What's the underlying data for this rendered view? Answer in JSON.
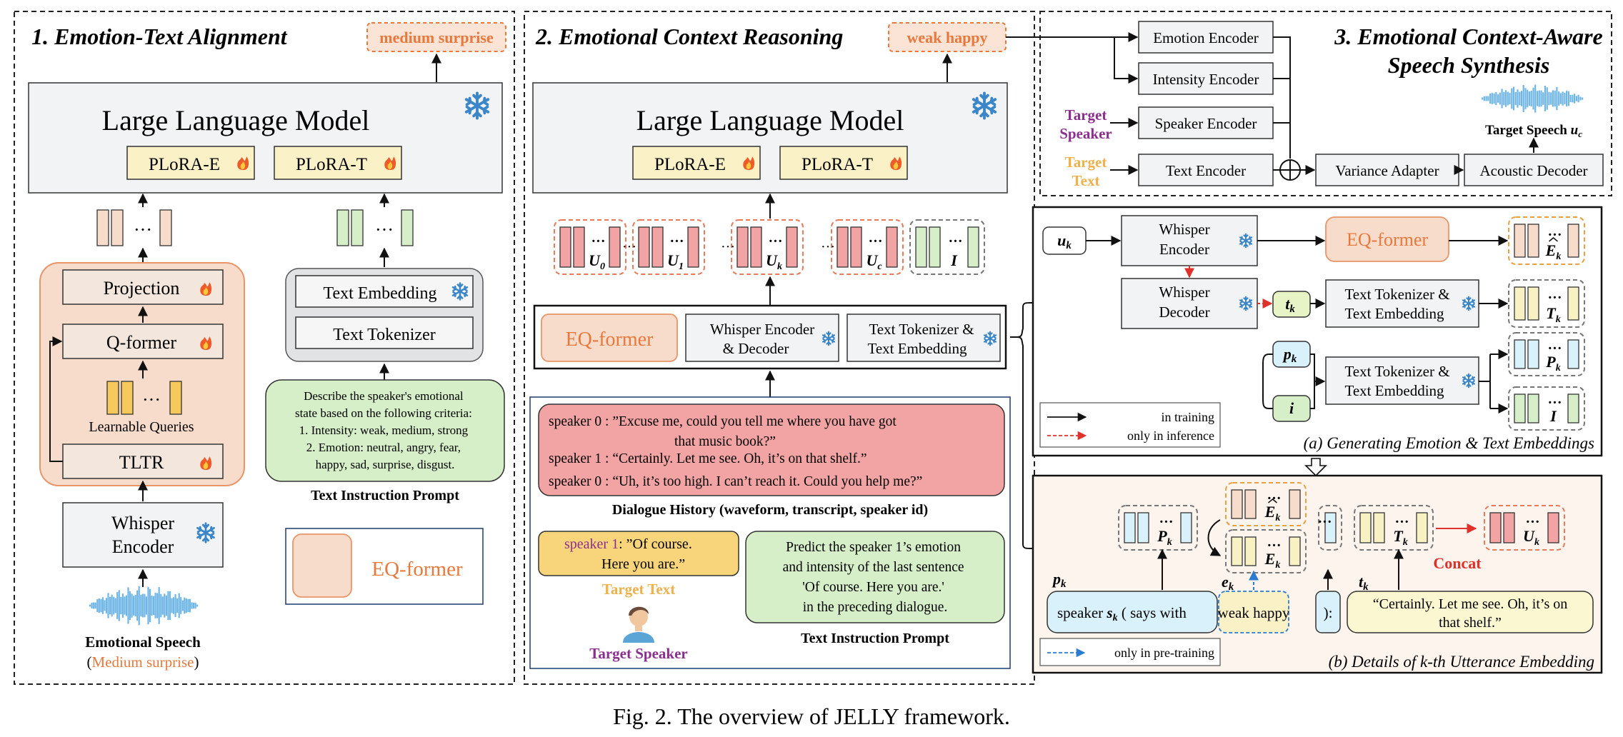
{
  "s1": {
    "title": "1. Emotion-Text Alignment",
    "output": "medium surprise",
    "llm": "Large Language Model",
    "plora_e": "PLoRA-E",
    "plora_t": "PLoRA-T",
    "projection": "Projection",
    "qformer": "Q-former",
    "learnable_queries": "Learnable Queries",
    "tltr": "TLTR",
    "whisper_1": "Whisper",
    "whisper_2": "Encoder",
    "emo_speech": "Emotional Speech",
    "emo_speech_sub": "Medium surprise",
    "text_embedding": "Text Embedding",
    "text_tokenizer": "Text Tokenizer",
    "prompt_lines": [
      "Describe the speaker's emotional",
      "state based on the following criteria:",
      "1. Intensity: weak, medium, strong",
      "2. Emotion: neutral, angry, fear,",
      "happy, sad, surprise, disgust."
    ],
    "prompt_caption": "Text Instruction Prompt",
    "legend_eq": "EQ-former",
    "dots": "···"
  },
  "s2": {
    "title": "2. Emotional Context Reasoning",
    "output": "weak happy",
    "llm": "Large Language Model",
    "plora_e": "PLoRA-E",
    "plora_t": "PLoRA-T",
    "u_labels": [
      "U",
      "U",
      "U",
      "U"
    ],
    "u_subs": [
      "0",
      "1",
      "k",
      "c"
    ],
    "i_label": "I",
    "eq_former": "EQ-former",
    "whisper_ed_1": "Whisper Encoder",
    "whisper_ed_2": "& Decoder",
    "tok_emb_1": "Text Tokenizer &",
    "tok_emb_2": "Text Embedding",
    "dialogue": [
      "speaker 0 : ”Excuse me, could you tell me where you have got",
      "that music book?”",
      "speaker 1 : “Certainly. Let me see. Oh, it’s on that shelf.”",
      "speaker 0 : “Uh, it’s too high. I can’t reach it. Could you help me?”"
    ],
    "dialogue_caption": "Dialogue History (waveform, transcript, speaker id)",
    "target_speaker_tag": "speaker 1",
    "target_text_1": ": ”Of course.",
    "target_text_2": "Here you are.”",
    "target_text_label": "Target Text",
    "target_speaker_label": "Target Speaker",
    "instr_lines": [
      "Predict the speaker 1’s emotion",
      "and intensity of the last sentence",
      "'Of course. Here you are.'",
      "in the preceding dialogue."
    ],
    "instr_caption": "Text Instruction Prompt",
    "dots": "···"
  },
  "s3": {
    "title_1": "3. Emotional Context-Aware",
    "title_2": "Speech Synthesis",
    "emotion_encoder": "Emotion Encoder",
    "intensity_encoder": "Intensity Encoder",
    "speaker_encoder": "Speaker Encoder",
    "text_encoder": "Text Encoder",
    "variance_adapter": "Variance Adapter",
    "acoustic_decoder": "Acoustic Decoder",
    "target_speaker_1": "Target",
    "target_speaker_2": "Speaker",
    "target_text_1": "Target",
    "target_text_2": "Text",
    "target_speech": "Target Speech",
    "target_speech_sym": "u",
    "target_speech_sub": "c"
  },
  "pa": {
    "u_k": "u",
    "u_k_sub": "k",
    "whisper_enc_1": "Whisper",
    "whisper_enc_2": "Encoder",
    "whisper_dec_1": "Whisper",
    "whisper_dec_2": "Decoder",
    "eq_former": "EQ-former",
    "t_k": "t",
    "t_k_sub": "k",
    "p_k": "p",
    "p_k_sub": "k",
    "i": "i",
    "tok_emb_1": "Text Tokenizer &",
    "tok_emb_2": "Text Embedding",
    "out_e": "E",
    "out_t": "T",
    "out_p": "P",
    "out_i": "I",
    "out_sub": "k",
    "legend_training": "in training",
    "legend_inference": "only in inference",
    "caption": "(a) Generating Emotion & Text Embeddings",
    "dots": "···"
  },
  "pb": {
    "p_k": "p",
    "e_k": "e",
    "t_k": "t",
    "sub": "k",
    "speaker_seg_1": "speaker",
    "speaker_seg_s": "s",
    "speaker_seg_2": "( says with",
    "weak_happy": "weak happy",
    "close_seg": "):",
    "utter_1": "“Certainly. Let me see. Oh, it’s on",
    "utter_2": "that shelf.”",
    "concat": "Concat",
    "out_p": "P",
    "out_e": "E",
    "out_t": "T",
    "out_u": "U",
    "legend_pretrain": "only in pre-training",
    "caption": "(b) Details of k-th Utterance Embedding",
    "dots": "···"
  },
  "figure_caption": "Fig. 2.  The overview of JELLY framework.",
  "colors": {
    "pink": "#f2a3a3",
    "pink_dark": "#d9534f",
    "orange": "#e8793d",
    "orange_bg": "#f8dccb",
    "green": "#d6efc8",
    "yellow": "#f8f1c4",
    "blue": "#d9f1fb",
    "gray": "#f2f3f4",
    "purple": "#8b2f8f",
    "gold": "#f0b04a",
    "wave": "#6fb6e6"
  }
}
